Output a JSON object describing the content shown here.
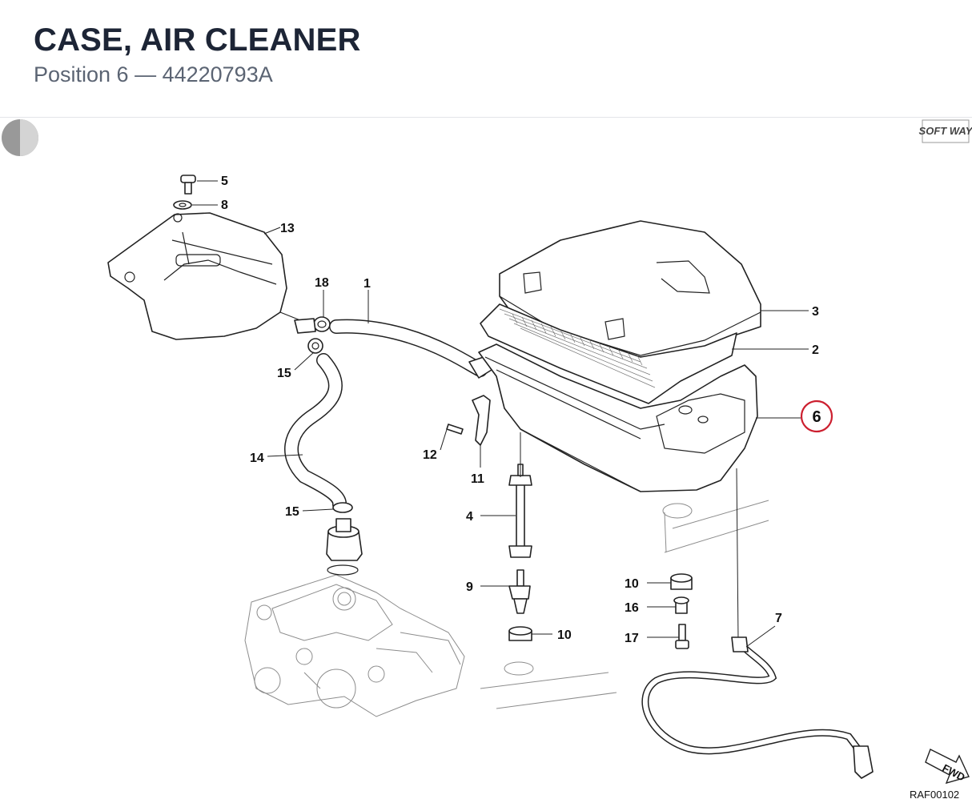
{
  "header": {
    "title": "CASE, AIR CLEANER",
    "subtitle": "Position 6 — 44220793A"
  },
  "diagram": {
    "drawing_code": "RAF00102",
    "brand_logo": "SOFT WAY",
    "fwd_label": "FWD",
    "highlight_color": "#cc1f2f",
    "callouts": [
      {
        "id": "c1",
        "label": "1"
      },
      {
        "id": "c2",
        "label": "2"
      },
      {
        "id": "c3",
        "label": "3"
      },
      {
        "id": "c4",
        "label": "4"
      },
      {
        "id": "c5",
        "label": "5"
      },
      {
        "id": "c6",
        "label": "6",
        "highlighted": true
      },
      {
        "id": "c7",
        "label": "7"
      },
      {
        "id": "c8",
        "label": "8"
      },
      {
        "id": "c9",
        "label": "9"
      },
      {
        "id": "c10a",
        "label": "10"
      },
      {
        "id": "c10b",
        "label": "10"
      },
      {
        "id": "c11",
        "label": "11"
      },
      {
        "id": "c12",
        "label": "12"
      },
      {
        "id": "c13",
        "label": "13"
      },
      {
        "id": "c14",
        "label": "14"
      },
      {
        "id": "c15a",
        "label": "15"
      },
      {
        "id": "c15b",
        "label": "15"
      },
      {
        "id": "c16",
        "label": "16"
      },
      {
        "id": "c17",
        "label": "17"
      },
      {
        "id": "c18",
        "label": "18"
      }
    ]
  }
}
